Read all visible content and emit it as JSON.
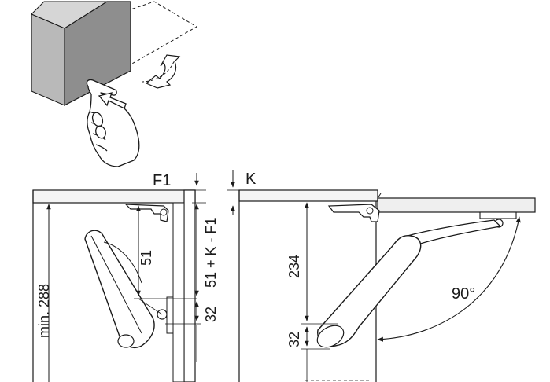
{
  "labels": {
    "f1": "F1",
    "k": "K",
    "min_height": "min. 288",
    "dim_51": "51",
    "dim_51_k_f1": "51 + K - F1",
    "dim_32_left": "32",
    "dim_234": "234",
    "dim_32_right": "32",
    "angle": "90°"
  },
  "colors": {
    "line": "#1a1a1a",
    "cabinet_front": "#b9b9b9",
    "cabinet_side": "#8e8e8e",
    "cabinet_top": "#d6d6d6",
    "panel_fill": "#f4f4f4",
    "lid_fill": "#efefef"
  }
}
